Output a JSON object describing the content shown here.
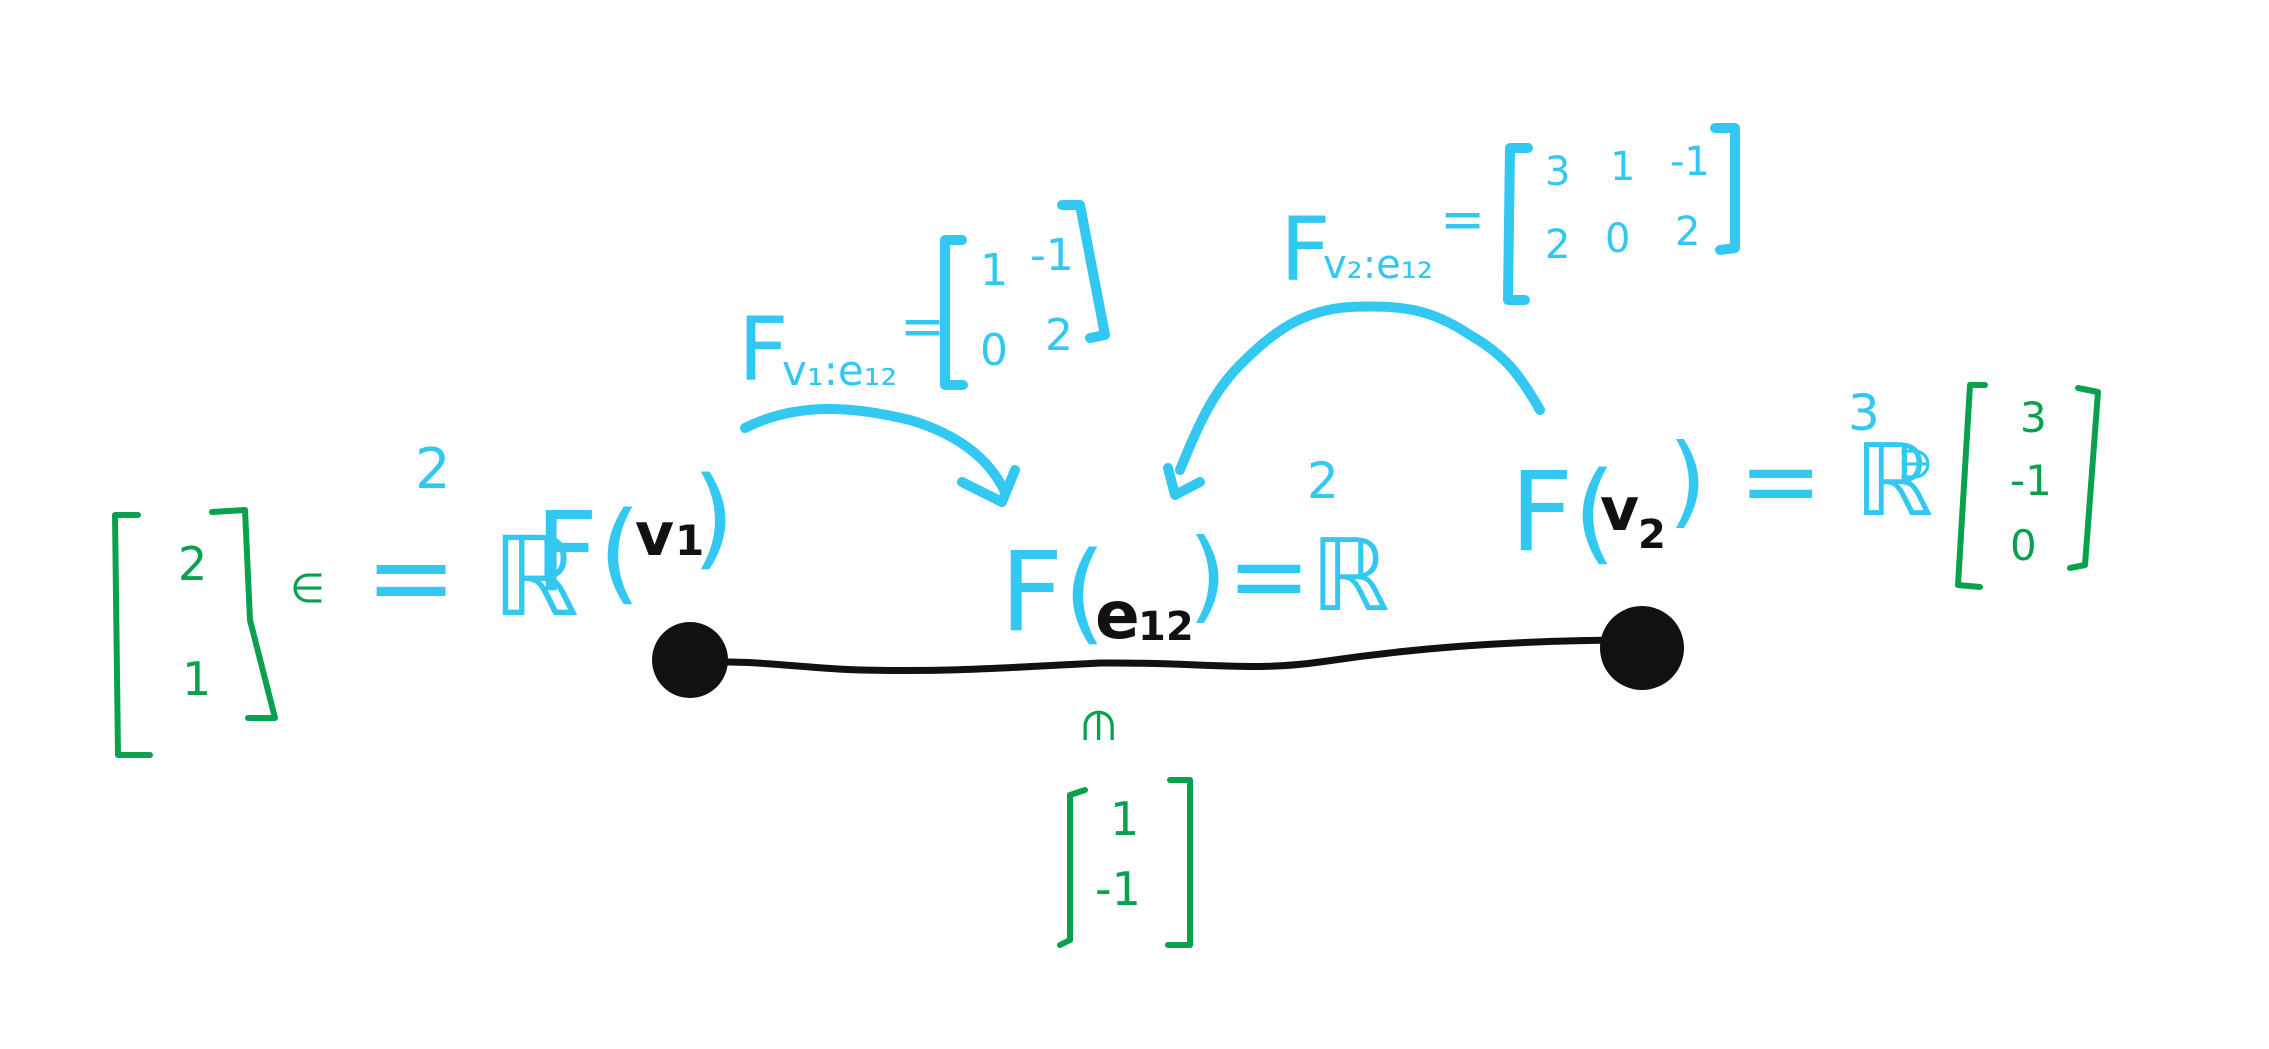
{
  "colors": {
    "blue": "#33c8f2",
    "green": "#0aa14e",
    "black": "#111111"
  },
  "graph": {
    "vertex1": "v",
    "vertex1_sub": "1",
    "vertex2": "v",
    "vertex2_sub": "2",
    "edge": "e",
    "edge_sub": "12"
  },
  "stalks": {
    "v1": {
      "F": "F(",
      "space": "= ℝ",
      "dim": "2",
      "close": ")"
    },
    "e12": {
      "F": "F(",
      "space": ")=ℝ",
      "dim": "2"
    },
    "v2": {
      "F": "F(",
      "space": ") = ℝ",
      "dim": "3"
    }
  },
  "restriction_maps": {
    "v1_e12": {
      "label": "F",
      "sub": "v₁:e₁₂",
      "equals": "=",
      "matrix": [
        [
          "1",
          "-1"
        ],
        [
          "0",
          "2"
        ]
      ]
    },
    "v2_e12": {
      "label": "F",
      "sub": "v₂:e₁₂",
      "equals": "=",
      "matrix": [
        [
          "3",
          "1",
          "-1"
        ],
        [
          "2",
          "0",
          "2"
        ]
      ]
    }
  },
  "sections": {
    "v1": {
      "vector": [
        "2",
        "1"
      ],
      "relation": "∈"
    },
    "e12": {
      "vector": [
        "1",
        "-1"
      ],
      "relation": "∈"
    },
    "v2": {
      "vector": [
        "3",
        "-1",
        "0"
      ],
      "relation": "∋"
    }
  }
}
